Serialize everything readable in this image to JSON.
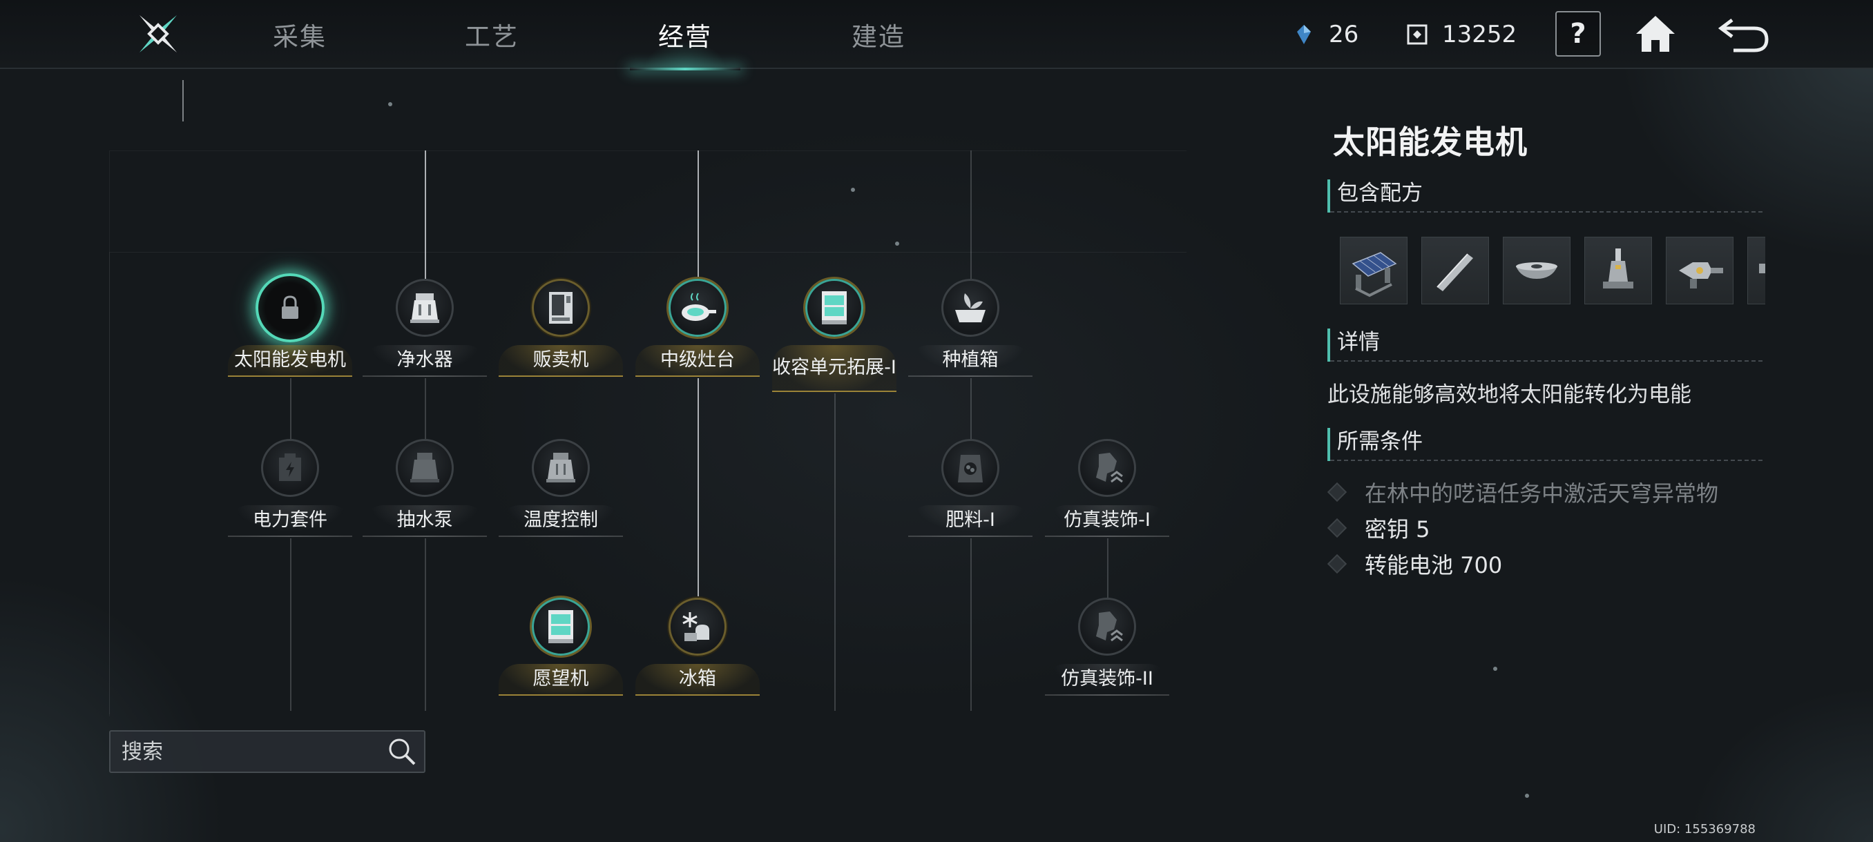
{
  "nav": {
    "tabs": [
      {
        "label": "采集",
        "active": false
      },
      {
        "label": "工艺",
        "active": false
      },
      {
        "label": "经营",
        "active": true
      },
      {
        "label": "建造",
        "active": false
      }
    ]
  },
  "resources": {
    "crystal": {
      "icon": "crystal-icon",
      "value": "26"
    },
    "token": {
      "icon": "token-icon",
      "value": "13252"
    }
  },
  "top_buttons": {
    "help": "?",
    "home": "home-icon",
    "back": "back-arrow-icon"
  },
  "tree": {
    "nodes": [
      {
        "label": "太阳能发电机",
        "state": "selected-locked"
      },
      {
        "label": "净水器",
        "state": "unlocked"
      },
      {
        "label": "贩卖机",
        "state": "owned"
      },
      {
        "label": "中级灶台",
        "state": "owned"
      },
      {
        "label": "收容单元拓展-I",
        "state": "owned"
      },
      {
        "label": "种植箱",
        "state": "unlocked"
      },
      {
        "label": "电力套件",
        "state": "locked"
      },
      {
        "label": "抽水泵",
        "state": "locked"
      },
      {
        "label": "温度控制",
        "state": "locked"
      },
      {
        "label": "肥料-I",
        "state": "locked"
      },
      {
        "label": "仿真装饰-I",
        "state": "locked"
      },
      {
        "label": "愿望机",
        "state": "owned"
      },
      {
        "label": "冰箱",
        "state": "owned"
      },
      {
        "label": "仿真装饰-II",
        "state": "locked"
      }
    ]
  },
  "search": {
    "placeholder": "搜索"
  },
  "detail": {
    "title": "太阳能发电机",
    "recipes_heading": "包含配方",
    "recipes": [
      "solar-panel-icon",
      "pipe-icon",
      "lamp-icon",
      "tower-icon",
      "turret-icon",
      "more-icon"
    ],
    "details_heading": "详情",
    "description": "此设施能够高效地将太阳能转化为电能",
    "requirements_heading": "所需条件",
    "requirements": [
      {
        "text": "在林中的呓语任务中激活天穹异常物",
        "met": false
      },
      {
        "text": "密钥 5",
        "met": true
      },
      {
        "text": "转能电池 700",
        "met": true
      }
    ]
  },
  "uid": "UID: 155369788",
  "colors": {
    "accent": "#54d9b8",
    "gold": "#9b8338",
    "background": "#15191c"
  }
}
